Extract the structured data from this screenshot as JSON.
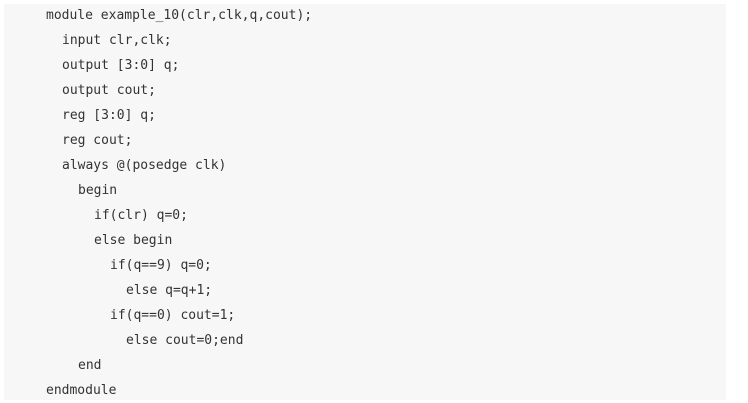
{
  "code": {
    "lines": [
      "module example_10(clr,clk,q,cout);",
      "input clr,clk;",
      "output [3:0] q;",
      "output cout;",
      "reg [3:0] q;",
      "reg cout;",
      "always @(posedge clk)",
      "begin",
      "if(clr) q=0;",
      "else begin",
      "if(q==9) q=0;",
      "else q=q+1;",
      "if(q==0) cout=1;",
      "else cout=0;end",
      "end",
      "endmodule"
    ]
  }
}
